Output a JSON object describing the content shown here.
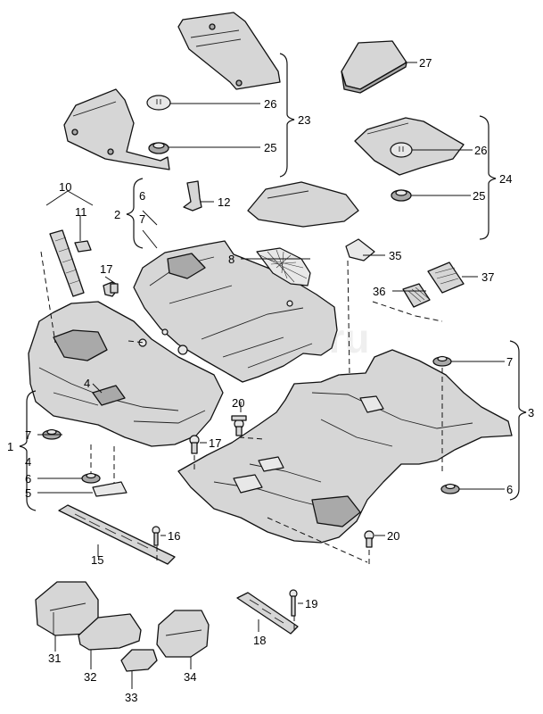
{
  "watermark": "vagtec.ru",
  "callouts": {
    "c1": "1",
    "c2": "2",
    "c3": "3",
    "c4a": "4",
    "c4b": "4",
    "c5": "5",
    "c6a": "6",
    "c6b": "6",
    "c6c": "6",
    "c7a": "7",
    "c7b": "7",
    "c7c": "7",
    "c8": "8",
    "c10": "10",
    "c11": "11",
    "c12": "12",
    "c15": "15",
    "c16": "16",
    "c17a": "17",
    "c17b": "17",
    "c18": "18",
    "c19": "19",
    "c20a": "20",
    "c20b": "20",
    "c23": "23",
    "c24": "24",
    "c25a": "25",
    "c25b": "25",
    "c26a": "26",
    "c26b": "26",
    "c27": "27",
    "c31": "31",
    "c32": "32",
    "c33": "33",
    "c34": "34",
    "c35": "35",
    "c36": "36",
    "c37": "37"
  }
}
